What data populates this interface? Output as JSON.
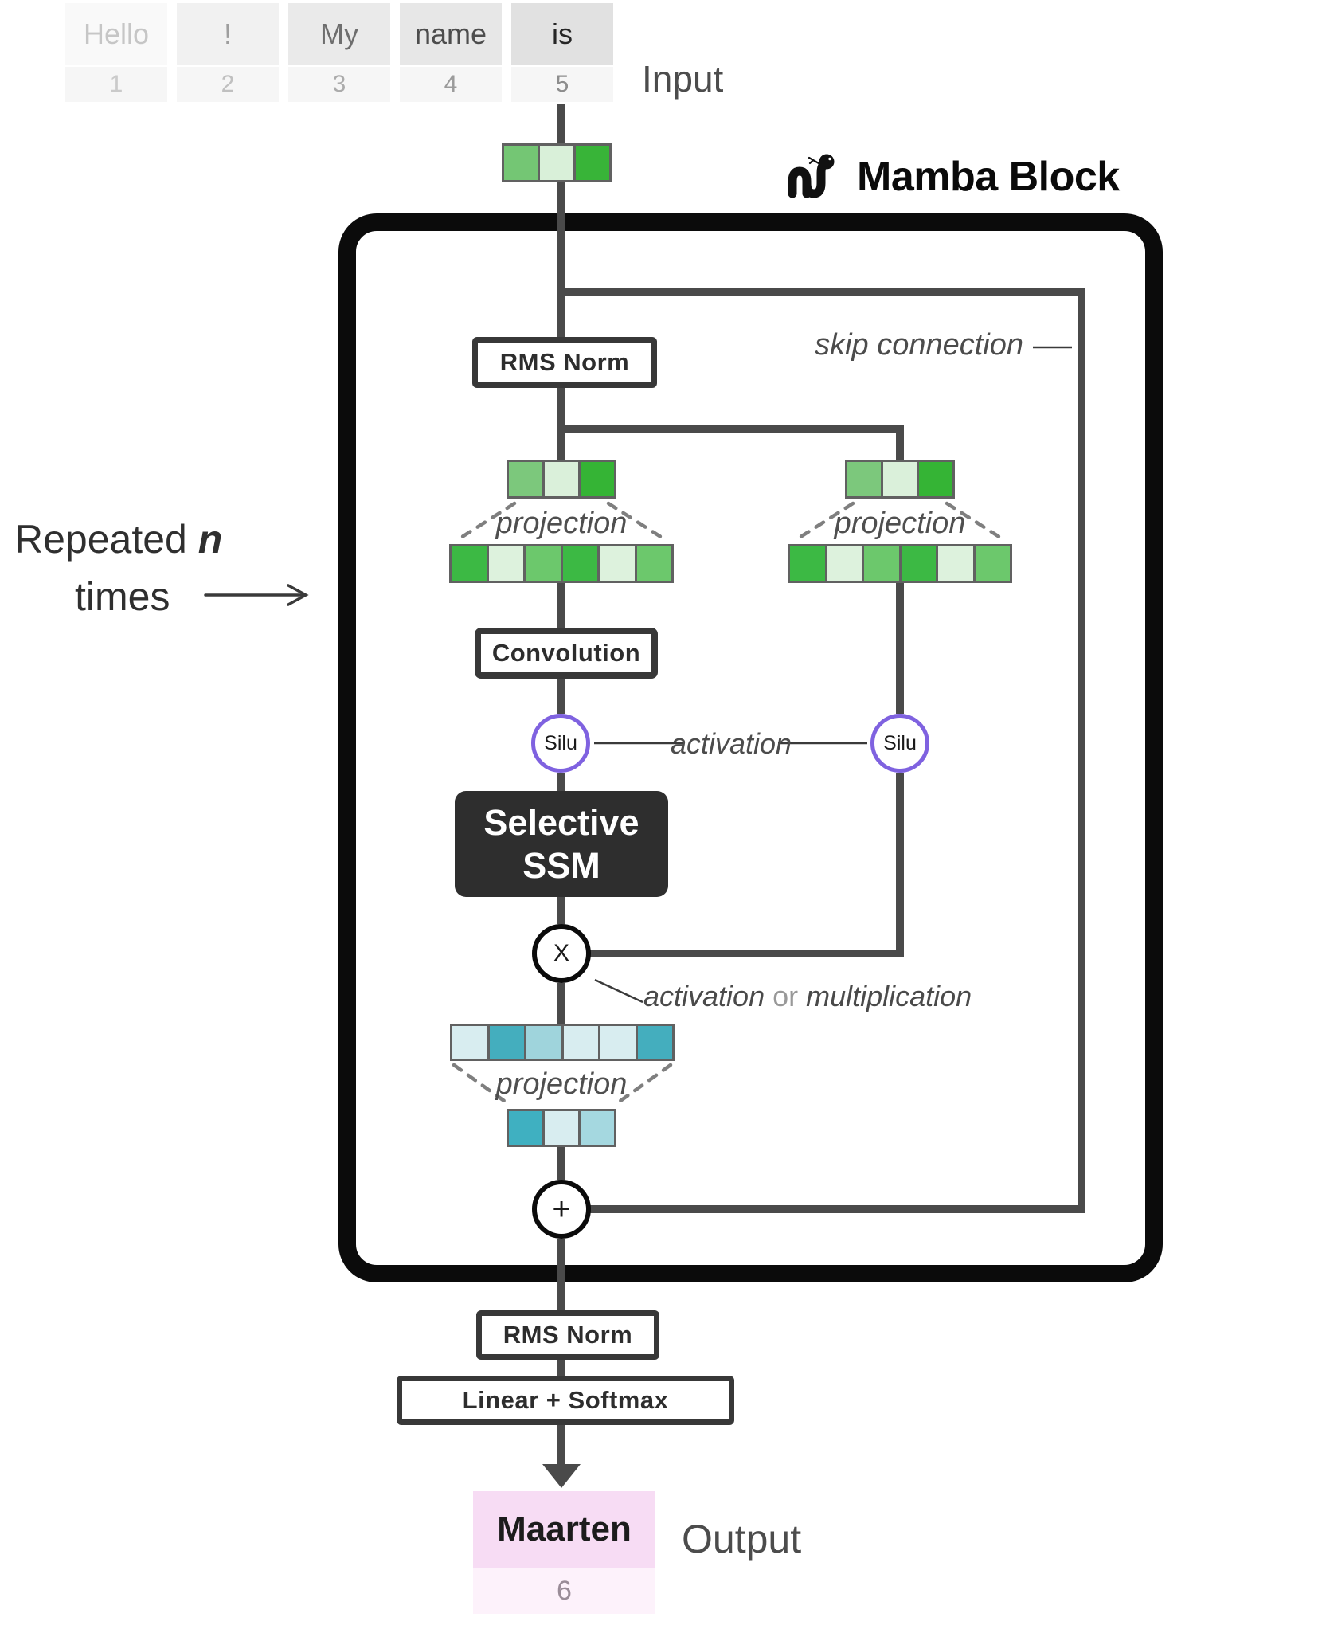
{
  "palette": {
    "connector": "#4a4a4a",
    "outer_box_border": "#0b0b0b",
    "node_box_border": "#383838",
    "silu_border": "#7f62e0",
    "ssm_bg": "#2e2e2e",
    "dashed_line": "#7f7f7f",
    "label_gray": "#4f4f4f",
    "output_word_bg": "#f7dcf4",
    "output_num_bg": "#fdf2fb"
  },
  "input": {
    "label": "Input",
    "tokens": [
      {
        "word": "Hello",
        "num": "1",
        "word_bg": "#f9f9f9",
        "word_fg": "#c6c6c6",
        "num_fg": "#cacaca"
      },
      {
        "word": "!",
        "num": "2",
        "word_bg": "#f1f1f1",
        "word_fg": "#9e9e9e",
        "num_fg": "#c0c0c0"
      },
      {
        "word": "My",
        "num": "3",
        "word_bg": "#eaeaea",
        "word_fg": "#6e6e6e",
        "num_fg": "#ababab"
      },
      {
        "word": "name",
        "num": "4",
        "word_bg": "#e7e7e7",
        "word_fg": "#4d4d4d",
        "num_fg": "#9b9b9b"
      },
      {
        "word": "is",
        "num": "5",
        "word_bg": "#e1e1e1",
        "word_fg": "#262626",
        "num_fg": "#8d8d8d"
      }
    ]
  },
  "header": {
    "title": "Mamba Block",
    "icon": "mamba-snake-icon"
  },
  "repeated": {
    "prefix": "Repeated ",
    "n": "n",
    "times": "times"
  },
  "labels": {
    "skip": "skip connection",
    "activation": "activation",
    "projection": "projection",
    "act_or_mult_a": "activation",
    "act_or_mult_or": " or ",
    "act_or_mult_b": "multiplication"
  },
  "nodes": {
    "rms_norm_1": "RMS Norm",
    "convolution": "Convolution",
    "silu_left": "Silu",
    "silu_right": "Silu",
    "selective_ssm_line1": "Selective",
    "selective_ssm_line2": "SSM",
    "multiply": "X",
    "add": "+",
    "rms_norm_2": "RMS Norm",
    "linear_softmax": "Linear + Softmax"
  },
  "vectors": {
    "embedding": {
      "cells": [
        "#74c674",
        "#d9f0d9",
        "#38b438"
      ]
    },
    "proj_left_small": {
      "cells": [
        "#7cc87c",
        "#daf0da",
        "#35b435"
      ]
    },
    "proj_left_wide": {
      "cells": [
        "#3cb944",
        "#ddf2dd",
        "#6cc86c",
        "#3cb944",
        "#ddf2dd",
        "#6cc86c"
      ]
    },
    "proj_right_small": {
      "cells": [
        "#7cc87c",
        "#daf0da",
        "#35b435"
      ]
    },
    "proj_right_wide": {
      "cells": [
        "#3cb944",
        "#ddf2dd",
        "#6cc86c",
        "#3cb944",
        "#ddf2dd",
        "#6cc86c"
      ]
    },
    "gate_wide_teal": {
      "cells": [
        "#d8edf0",
        "#44aebe",
        "#9fd4dc",
        "#d8edf0",
        "#d8edf0",
        "#44aebe"
      ]
    },
    "gate_small_teal": {
      "cells": [
        "#3fb0c1",
        "#d8edf0",
        "#a5d8e0"
      ]
    }
  },
  "output": {
    "label": "Output",
    "token": {
      "word": "Maarten",
      "num": "6"
    }
  }
}
